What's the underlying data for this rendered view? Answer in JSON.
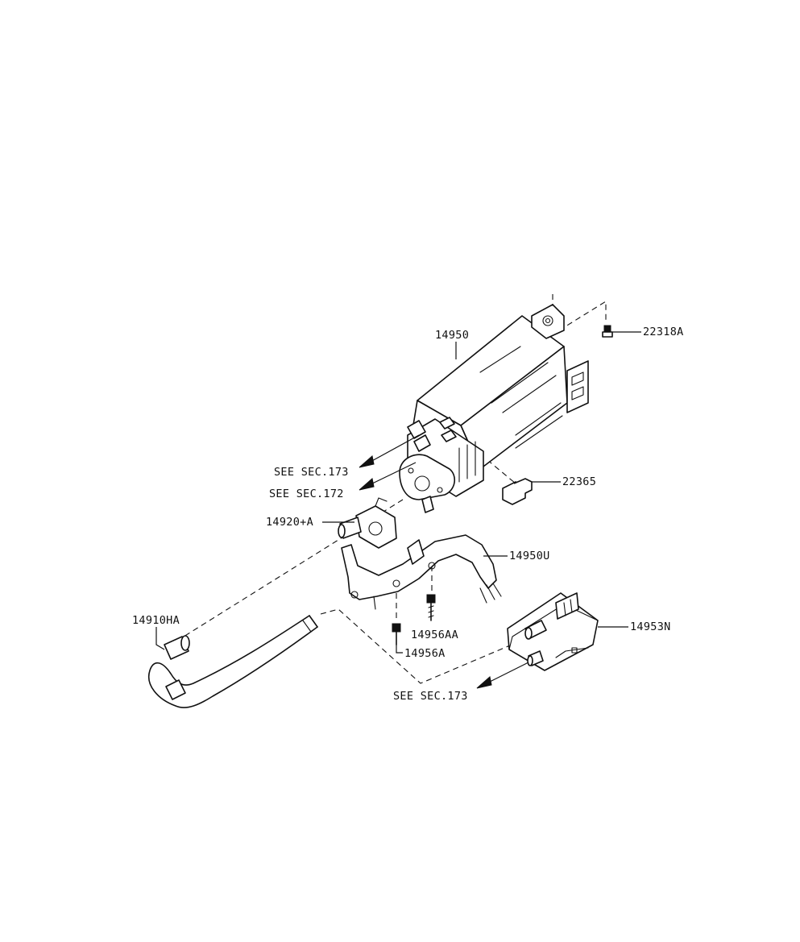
{
  "diagram": {
    "part_labels": {
      "p14950": "14950",
      "p22318A": "22318A",
      "p22365": "22365",
      "p14920A": "14920+A",
      "p14950U": "14950U",
      "p14910HA": "14910HA",
      "p14956AA": "14956AA",
      "p14956A": "14956A",
      "p14953N": "14953N"
    },
    "references": {
      "sec173_upper": "SEE SEC.173",
      "sec172": "SEE SEC.172",
      "sec173_lower": "SEE SEC.173"
    },
    "line_color": "#111111",
    "background_color": "#ffffff"
  }
}
